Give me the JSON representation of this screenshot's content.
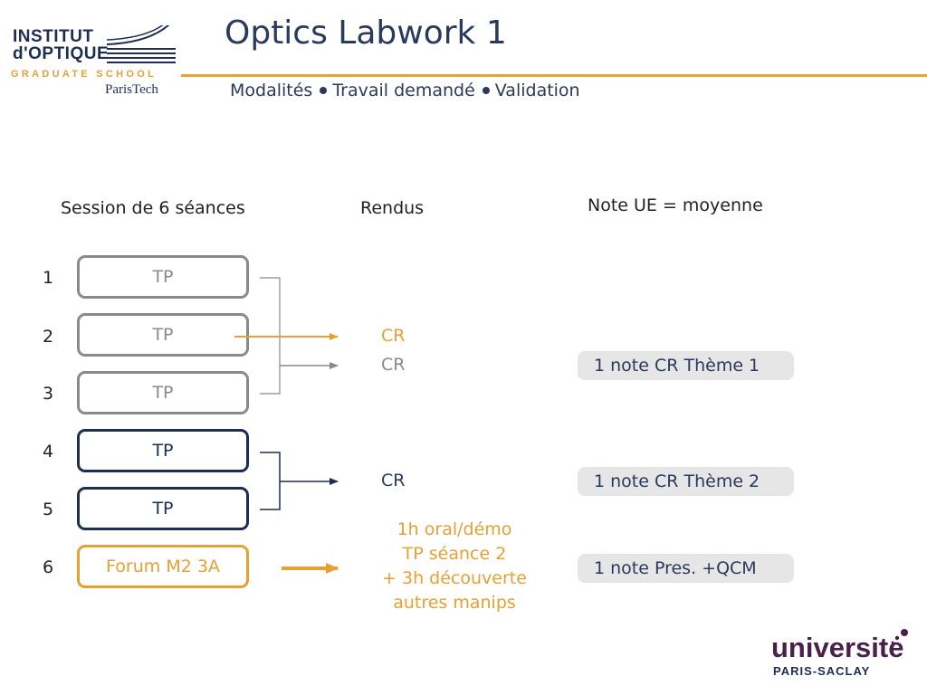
{
  "header": {
    "logo": {
      "line1": "INSTITUT",
      "line2": "d'OPTIQUE",
      "line3": "GRADUATE SCHOOL",
      "line4": "ParisTech"
    },
    "title": "Optics Labwork 1",
    "subtitle": {
      "item1": "Modalités",
      "item2": "Travail demandé",
      "item3": "Validation"
    }
  },
  "columns": {
    "sessions": "Session de 6 séances",
    "rendus": "Rendus",
    "note": "Note UE = moyenne"
  },
  "sessions": [
    {
      "num": "1",
      "label": "TP"
    },
    {
      "num": "2",
      "label": "TP"
    },
    {
      "num": "3",
      "label": "TP"
    },
    {
      "num": "4",
      "label": "TP"
    },
    {
      "num": "5",
      "label": "TP"
    },
    {
      "num": "6",
      "label": "Forum M2 3A"
    }
  ],
  "rendus": {
    "cr1": "CR",
    "cr2": "CR",
    "cr3": "CR",
    "oral": [
      "1h oral/démo",
      "TP séance 2",
      "+ 3h découverte",
      "autres manips"
    ]
  },
  "notes": {
    "n1": "1 note CR Thème 1",
    "n2": "1 note CR Thème 2",
    "n3": "1 note Pres. +QCM"
  },
  "footer_logo": {
    "name": "universite",
    "sub": "PARIS-SACLAY"
  },
  "colors": {
    "navy": "#1e2d52",
    "orange": "#e6a033",
    "gray": "#8a8a8a",
    "note_bg": "#e6e6e6",
    "purple": "#4a1f4a"
  }
}
